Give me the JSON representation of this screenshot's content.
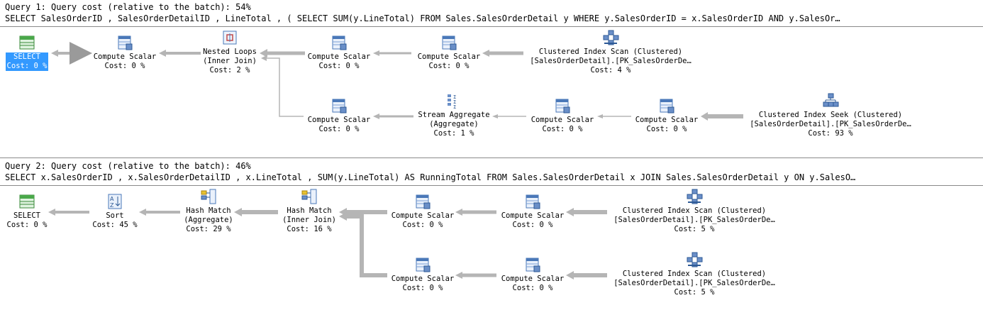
{
  "query1": {
    "header": "Query 1: Query cost (relative to the batch): 54%",
    "sql": "SELECT SalesOrderID , SalesOrderDetailID , LineTotal , ( SELECT SUM(y.LineTotal) FROM Sales.SalesOrderDetail y WHERE y.SalesOrderID = x.SalesOrderID AND y.SalesOr…",
    "ops": {
      "select": {
        "title": "SELECT",
        "cost": "Cost: 0 %"
      },
      "cs1": {
        "title": "Compute Scalar",
        "cost": "Cost: 0 %"
      },
      "nested": {
        "title": "Nested Loops",
        "sub": "(Inner Join)",
        "cost": "Cost: 2 %"
      },
      "cs2": {
        "title": "Compute Scalar",
        "cost": "Cost: 0 %"
      },
      "cs3": {
        "title": "Compute Scalar",
        "cost": "Cost: 0 %"
      },
      "scan": {
        "title": "Clustered Index Scan (Clustered)",
        "sub": "[SalesOrderDetail].[PK_SalesOrderDe…",
        "cost": "Cost: 4 %"
      },
      "cs4": {
        "title": "Compute Scalar",
        "cost": "Cost: 0 %"
      },
      "agg": {
        "title": "Stream Aggregate",
        "sub": "(Aggregate)",
        "cost": "Cost: 1 %"
      },
      "cs5": {
        "title": "Compute Scalar",
        "cost": "Cost: 0 %"
      },
      "cs6": {
        "title": "Compute Scalar",
        "cost": "Cost: 0 %"
      },
      "seek": {
        "title": "Clustered Index Seek (Clustered)",
        "sub": "[SalesOrderDetail].[PK_SalesOrderDe…",
        "cost": "Cost: 93 %"
      }
    }
  },
  "query2": {
    "header": "Query 2: Query cost (relative to the batch): 46%",
    "sql": "SELECT x.SalesOrderID , x.SalesOrderDetailID , x.LineTotal , SUM(y.LineTotal) AS RunningTotal FROM Sales.SalesOrderDetail x JOIN Sales.SalesOrderDetail y ON y.SalesO…",
    "ops": {
      "select": {
        "title": "SELECT",
        "cost": "Cost: 0 %"
      },
      "sort": {
        "title": "Sort",
        "cost": "Cost: 45 %"
      },
      "hashagg": {
        "title": "Hash Match",
        "sub": "(Aggregate)",
        "cost": "Cost: 29 %"
      },
      "hashjoin": {
        "title": "Hash Match",
        "sub": "(Inner Join)",
        "cost": "Cost: 16 %"
      },
      "cs1": {
        "title": "Compute Scalar",
        "cost": "Cost: 0 %"
      },
      "cs2": {
        "title": "Compute Scalar",
        "cost": "Cost: 0 %"
      },
      "scan1": {
        "title": "Clustered Index Scan (Clustered)",
        "sub": "[SalesOrderDetail].[PK_SalesOrderDe…",
        "cost": "Cost: 5 %"
      },
      "cs3": {
        "title": "Compute Scalar",
        "cost": "Cost: 0 %"
      },
      "cs4": {
        "title": "Compute Scalar",
        "cost": "Cost: 0 %"
      },
      "scan2": {
        "title": "Clustered Index Scan (Clustered)",
        "sub": "[SalesOrderDetail].[PK_SalesOrderDe…",
        "cost": "Cost: 5 %"
      }
    }
  }
}
